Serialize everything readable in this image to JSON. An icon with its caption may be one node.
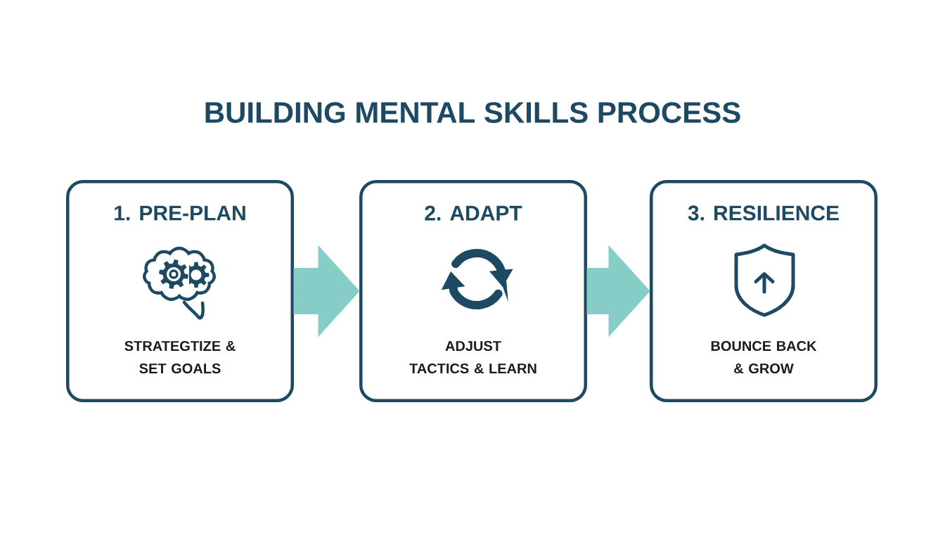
{
  "diagram": {
    "title": "BUILDING MENTAL SKILLS PROCESS",
    "nodes": [
      {
        "text": [
          "1. PRE-PLAN",
          "STRATEGTIZE & SET GOALS"
        ]
      },
      {
        "text": [
          "2. ADAPT",
          "ADJUST TACTICS & LEARN"
        ]
      },
      {
        "text": [
          "3. RESILIENCE",
          "BOUNCE BACK & GROW"
        ]
      }
    ],
    "edges": [
      {
        "from": 0,
        "to": 1,
        "arrow": "to"
      },
      {
        "from": 1,
        "to": 2,
        "arrow": "to"
      }
    ]
  }
}
